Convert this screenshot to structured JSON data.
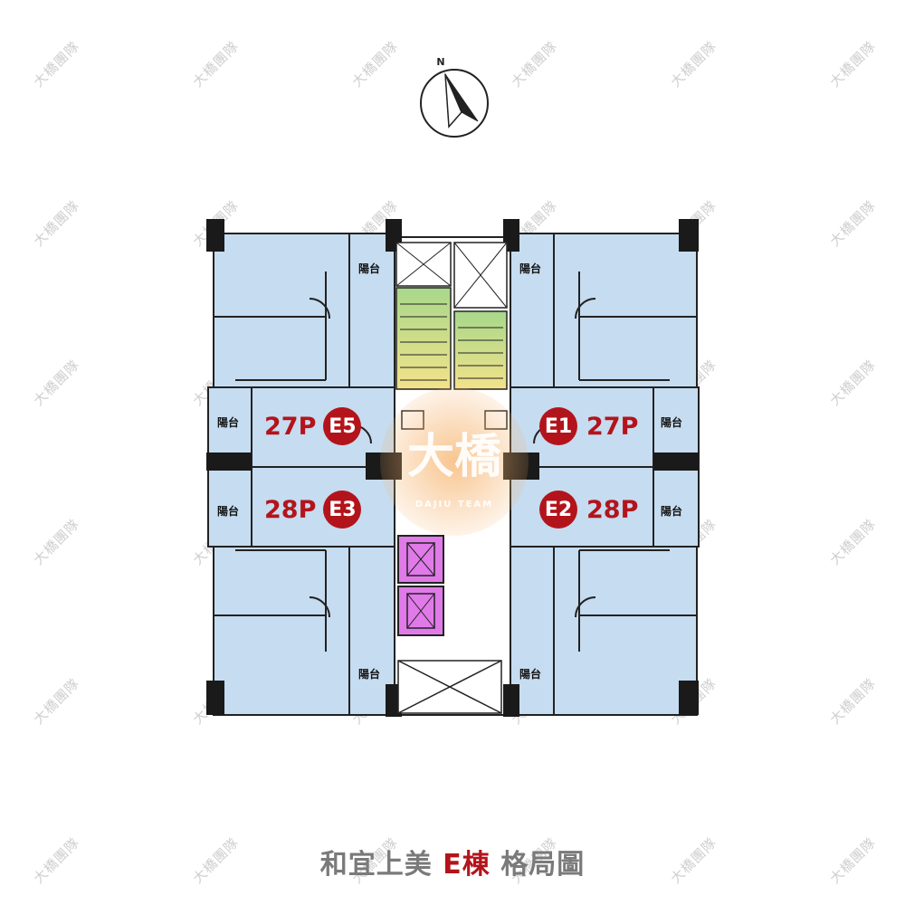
{
  "watermark": {
    "text": "大橋團隊",
    "color": "#cfcfcf"
  },
  "compass": {
    "north_label": "N"
  },
  "units": {
    "e5": {
      "floor": "27P",
      "id": "E5"
    },
    "e1": {
      "floor": "27P",
      "id": "E1"
    },
    "e3": {
      "floor": "28P",
      "id": "E3"
    },
    "e2": {
      "floor": "28P",
      "id": "E2"
    }
  },
  "balcony_label": "陽台",
  "logo": {
    "main": "大橋",
    "sub": "DAJIU TEAM"
  },
  "caption": {
    "prefix": "和宜上美 ",
    "highlight": "E棟",
    "suffix": " 格局圖"
  },
  "colors": {
    "room_fill": "#c6dcf0",
    "wall": "#222222",
    "stair_green": "#a8d88a",
    "elevator_magenta": "#e07ae8",
    "unit_red": "#b3141b",
    "logo_orange": "#f6b26b"
  }
}
